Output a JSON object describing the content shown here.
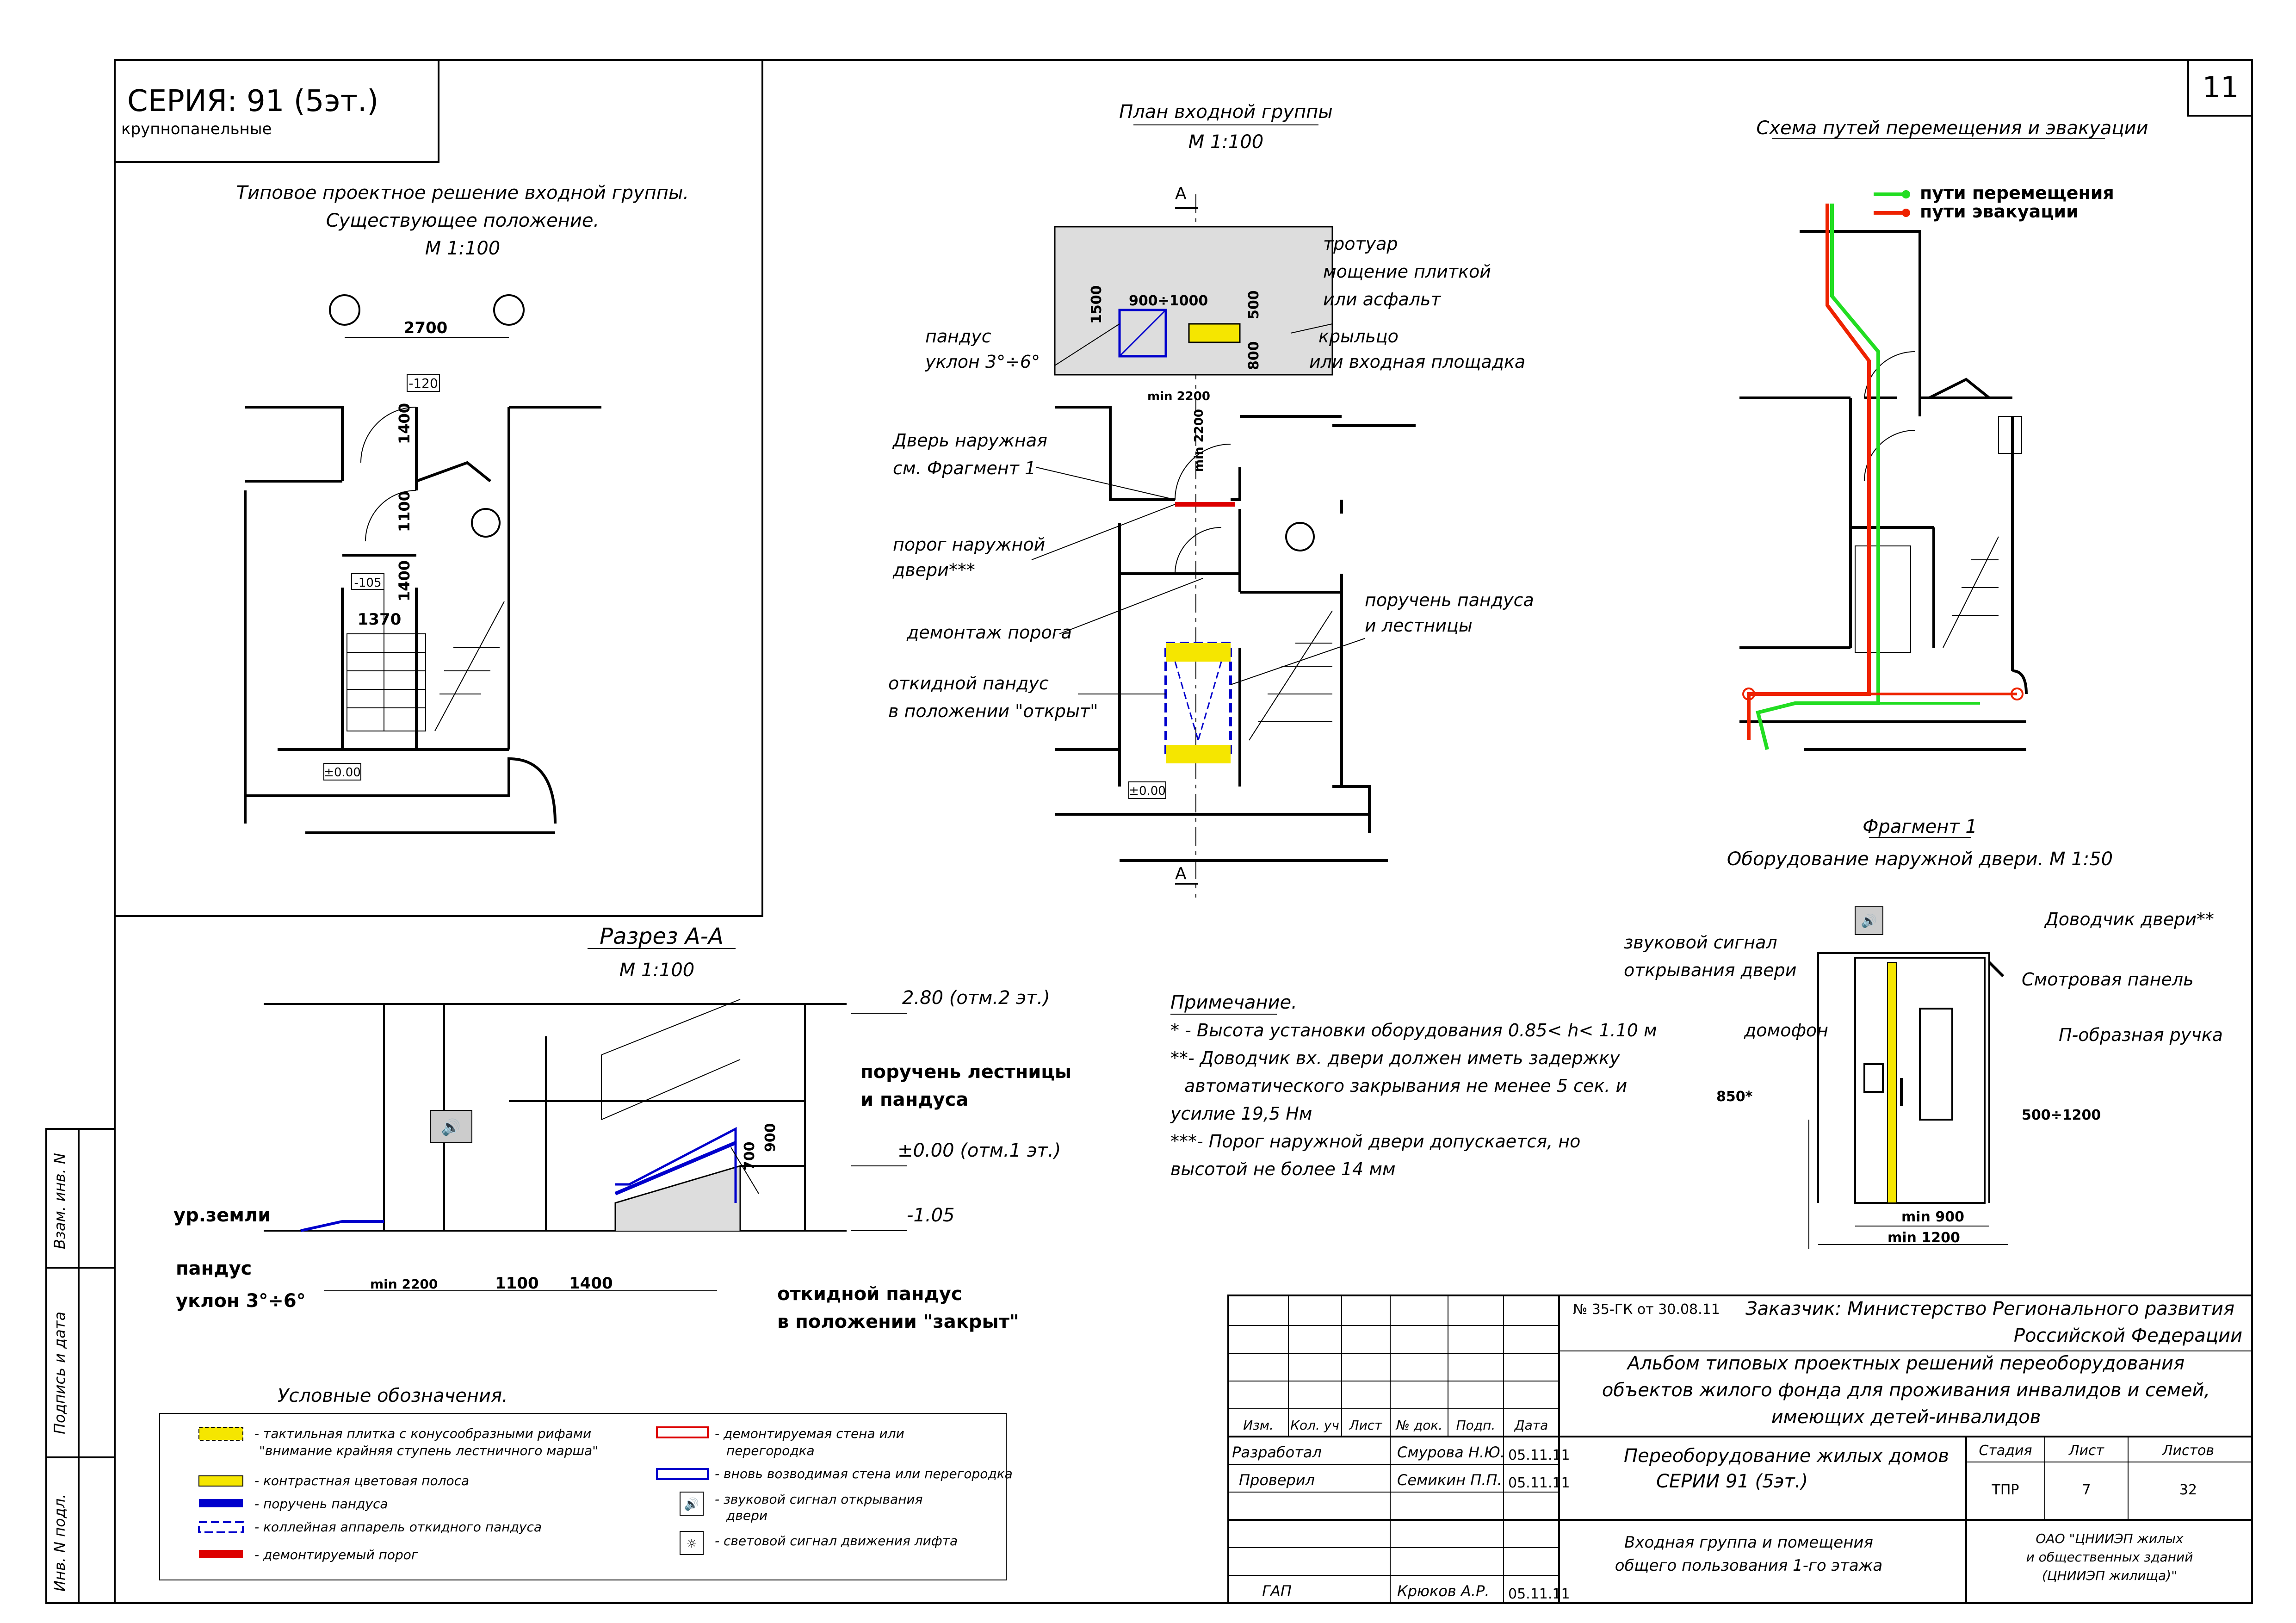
{
  "sheet": {
    "number": "11",
    "series": "СЕРИЯ: 91 (5эт.)",
    "series_sub": "крупнопанельные"
  },
  "existing": {
    "title1": "Типовое проектное решение входной группы.",
    "title2": "Существующее положение.",
    "scale": "М 1:100",
    "dim_2700": "2700",
    "dim_1400a": "1400",
    "dim_1100": "1100",
    "dim_1400b": "1400",
    "dim_1370": "1370",
    "lvl_m120": "-120",
    "lvl_m105": "-105",
    "lvl_000": "±0.00"
  },
  "plan": {
    "title": "План входной группы",
    "scale": "М 1:100",
    "section_mark": "А",
    "dim_1500": "1500",
    "dim_900_1000": "900÷1000",
    "dim_500": "500",
    "dim_800": "800",
    "dim_min2200_h": "min 2200",
    "dim_min2200_v": "min 2200",
    "lvl_000": "±0.00",
    "labels": {
      "ramp1": "пандус",
      "ramp2": "уклон 3°÷6°",
      "door1": "Дверь наружная",
      "door2": "см. Фрагмент 1",
      "threshold1": "порог наружной",
      "threshold2": "двери***",
      "dismantle": "демонтаж порога",
      "foldramp1": "откидной пандус",
      "foldramp2": "в положении \"открыт\"",
      "sidewalk1": "тротуар",
      "sidewalk2": "мощение плиткой",
      "sidewalk3": "или асфальт",
      "porch1": "крыльцо",
      "porch2": "или входная площадка",
      "handrail1": "поручень пандуса",
      "handrail2": "и лестницы"
    }
  },
  "scheme": {
    "title": "Схема путей перемещения и эвакуации",
    "legend_move": "пути перемещения",
    "legend_evac": "пути эвакуации",
    "color_move": "#22dd22",
    "color_evac": "#ee2200"
  },
  "fragment": {
    "title1": "Фрагмент 1",
    "title2": "Оборудование наружной двери. М 1:50",
    "sound1": "звуковой сигнал",
    "sound2": "открывания двери",
    "intercom": "домофон",
    "closer": "Доводчик двери**",
    "panel": "Смотровая панель",
    "handle": "П-образная ручка",
    "dim_850": "850*",
    "dim_500_1200": "500÷1200",
    "dim_min900": "min 900",
    "dim_min1200": "min 1200"
  },
  "section": {
    "title": "Разрез А-А",
    "scale": "М 1:100",
    "lvl_280": "2.80 (отм.2 эт.)",
    "lvl_000": "±0.00 (отм.1 эт.)",
    "lvl_m105": "-1.05",
    "handrail1": "поручень лестницы",
    "handrail2": "и пандуса",
    "ground": "ур.земли",
    "ramp1": "пандус",
    "ramp2": "уклон 3°÷6°",
    "foldramp1": "откидной пандус",
    "foldramp2": "в положении \"закрыт\"",
    "dim_700": "700",
    "dim_900": "900",
    "dim_min2200": "min 2200",
    "dim_1100": "1100",
    "dim_1400": "1400"
  },
  "notes": {
    "title": "Примечание.",
    "n1": "* - Высота установки оборудования 0.85< h< 1.10 м",
    "n2a": "**- Доводчик вх. двери должен иметь задержку",
    "n2b": "автоматического закрывания не менее 5 сек. и",
    "n2c": "усилие 19,5 Нм",
    "n3a": "***- Порог наружной двери допускается, но",
    "n3b": "высотой не более 14 мм"
  },
  "legend": {
    "title": "Условные обозначения.",
    "items": [
      "- тактильная плитка с конусообразными рифами",
      "\"внимание крайняя ступень лестничного марша\"",
      "- контрастная цветовая полоса",
      "- поручень пандуса",
      "- коллейная аппарель откидного пандуса",
      "- демонтируемый порог",
      "- демонтируемая стена или",
      "перегородка",
      "- вновь возводимая стена или перегородка",
      "- звуковой сигнал открывания",
      "двери",
      "- световой сигнал движения лифта"
    ],
    "colors": {
      "yellow": "#f5e600",
      "blue": "#0000cc",
      "red": "#dd0000"
    }
  },
  "stamp": {
    "doc_no": "№ 35-ГК от 30.08.11",
    "customer1": "Заказчик: Министерство Регионального развития",
    "customer2": "Российской Федерации",
    "album1": "Альбом типовых проектных решений переоборудования",
    "album2": "объектов жилого фонда для проживания инвалидов и семей,",
    "album3": "имеющих детей-инвалидов",
    "work1": "Переоборудование жилых домов",
    "work2": "СЕРИИ 91 (5эт.)",
    "sheet1": "Входная группа и помещения",
    "sheet2": "общего пользования 1-го этажа",
    "org1": "ОАО \"ЦНИИЭП жилых",
    "org2": "и общественных зданий",
    "org3": "(ЦНИИЭП жилища)\"",
    "cols": [
      "Изм.",
      "Кол. уч",
      "Лист",
      "№ док.",
      "Подп.",
      "Дата"
    ],
    "stage_h": "Стадия",
    "sheet_h": "Лист",
    "sheets_h": "Листов",
    "stage": "ТПР",
    "sheet_no": "7",
    "sheets": "32",
    "rows": [
      {
        "role": "Разработал",
        "name": "Смурова Н.Ю.",
        "date": "05.11.11"
      },
      {
        "role": "Проверил",
        "name": "Семикин П.П.",
        "date": "05.11.11"
      },
      {
        "role": "ГАП",
        "name": "Крюков А.Р.",
        "date": "05.11.11"
      }
    ],
    "side1": "Взам. инв. N",
    "side2": "Подпись и дата",
    "side3": "Инв. N подл."
  }
}
